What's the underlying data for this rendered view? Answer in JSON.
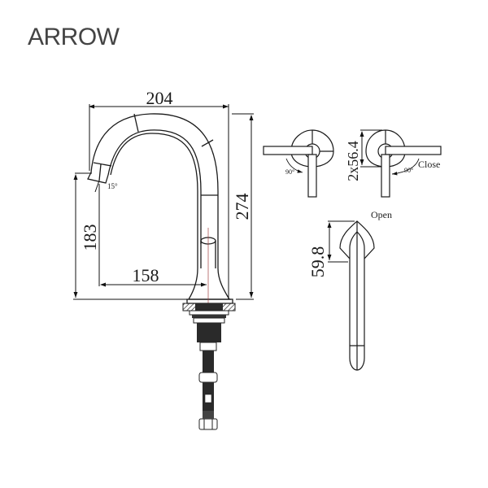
{
  "brand": {
    "name": "ARROW"
  },
  "drawing": {
    "type": "faucet technical drawing",
    "dimensions": {
      "overall_width": "204",
      "overall_height": "274",
      "spout_height": "183",
      "spout_reach": "158",
      "spout_angle": "15°",
      "handle_spacing": "2x56.4",
      "handle_length": "59.8"
    },
    "handle_view": {
      "rotation_left": "90°",
      "rotation_right": "90°",
      "open_label": "Open",
      "close_label": "Close"
    },
    "colors": {
      "line": "#1a1a1a",
      "centerline": "#a04040",
      "hatch": "#333333"
    }
  }
}
